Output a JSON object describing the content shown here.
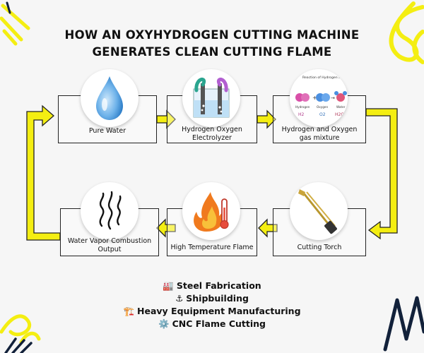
{
  "title": {
    "line1": "HOW AN OXYHYDROGEN CUTTING MACHINE",
    "line2": "GENERATES CLEAN CUTTING FLAME"
  },
  "nodes": {
    "pure_water": "Pure Water",
    "electrolyzer": "Hydrogen Oxygen Electrolyzer",
    "gas_mixture": "Hydrogen and Oxygen gas mixture",
    "cutting_torch": "Cutting Torch",
    "flame": "High Temperature Flame",
    "vapor": "Water Vapor Combustion Output"
  },
  "reaction_card": {
    "heading": "Reaction of Hydrogen and oxygen to water",
    "hydrogen_label": "Hydrogen",
    "oxygen_label": "Oxygen",
    "water_label": "Water",
    "h2": "H2",
    "o2": "O2",
    "h2o": "H2O",
    "plus": "+",
    "arrow": "→"
  },
  "applications": [
    {
      "icon": "🏭",
      "icon_name": "factory-icon",
      "text": "Steel Fabrication"
    },
    {
      "icon": "⚓",
      "icon_name": "anchor-icon",
      "text": "Shipbuilding"
    },
    {
      "icon": "🏗️",
      "icon_name": "crane-icon",
      "text": "Heavy Equipment Manufacturing"
    },
    {
      "icon": "⚙️",
      "icon_name": "gear-icon",
      "text": "CNC Flame Cutting"
    }
  ],
  "colors": {
    "arrow_fill": "#f4ee12",
    "arrow_stroke": "#222222",
    "accent_yellow": "#f4ee12",
    "water_blue": "#5aa7e6",
    "flame_orange": "#f07a1e",
    "hydrogen": "#d94fa8",
    "oxygen": "#4a8fe0",
    "water_molecule": "#e0567a",
    "doodle_dark": "#12213a"
  }
}
